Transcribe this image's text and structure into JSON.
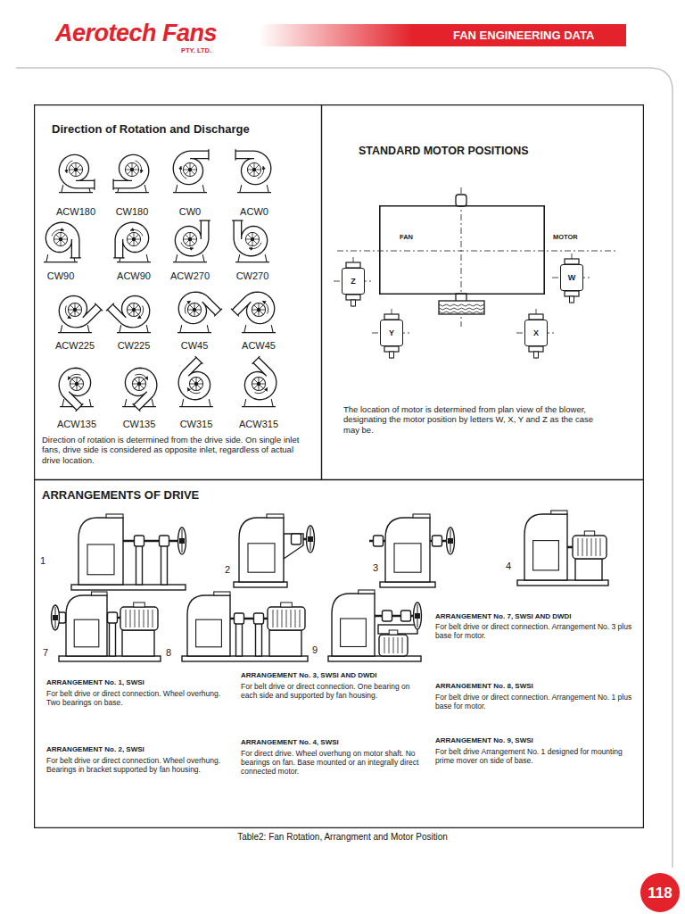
{
  "diagram": {
    "title": "FAN ENGINEERING DATA",
    "caption": "Table2: Fan Rotation, Arrangment and Motor Position",
    "nodes": [
      {
        "text": [
          "Direction of Rotation and Discharge",
          "Direction of rotation is determined from the drive side. On single inlet fans, drive side is considered as opposite inlet, regardless of actual drive location."
        ]
      },
      {
        "text": [
          "STANDARD MOTOR POSITIONS",
          "The location of motor is determined from plan view of the blower, designating the motor position by letters W, X, Y and Z as the case may be."
        ]
      },
      {
        "text": [
          "FAN"
        ],
        "in": 1
      },
      {
        "text": [
          "Z"
        ],
        "in": 1
      },
      {
        "text": [
          "W"
        ],
        "in": 1
      },
      {
        "text": [
          "Y"
        ],
        "in": 1
      },
      {
        "text": [
          "X"
        ],
        "in": 1
      },
      {
        "text": [
          "ARRANGEMENTS OF DRIVE"
        ]
      },
      {
        "text": [
          "118"
        ]
      }
    ],
    "labels": [
      "Aerotech Fans",
      "PTY. LTD.",
      "ACW180",
      "CW180",
      "CW0",
      "ACW0",
      "CW90",
      "ACW90",
      "ACW270",
      "CW270",
      "ACW225",
      "CW225",
      "CW45",
      "ACW45",
      "ACW135",
      "CW135",
      "CW315",
      "ACW315",
      "MOTOR",
      "1",
      "2",
      "3",
      "4",
      "7",
      "8",
      "9",
      "ARRANGEMENT No. 7, SWSI AND DWDI",
      "For belt drive or direct connection. Arrangement No. 3 plus base for motor.",
      "ARRANGEMENT No. 1, SWSI",
      "For belt drive or direct connection. Wheel overhung. Two bearings on base.",
      "ARRANGEMENT No. 3, SWSI AND DWDI",
      "For belt drive or direct connection. One bearing on each side and supported by fan housing.",
      "ARRANGEMENT No. 8, SWSI",
      "For belt drive or direct connection. Arrangement No. 1 plus base for motor.",
      "ARRANGEMENT No. 2, SWSI",
      "For belt drive or direct connection. Wheel overhung. Bearings in bracket supported by fan housing.",
      "ARRANGEMENT No. 4, SWSI",
      "For direct drive. Wheel overhung on motor shaft. No bearings on fan. Base mounted or an integrally direct connected motor.",
      "ARRANGEMENT No. 9, SWSI",
      "For belt drive Arrangement No. 1 designed for mounting prime mover on side of base."
    ]
  }
}
